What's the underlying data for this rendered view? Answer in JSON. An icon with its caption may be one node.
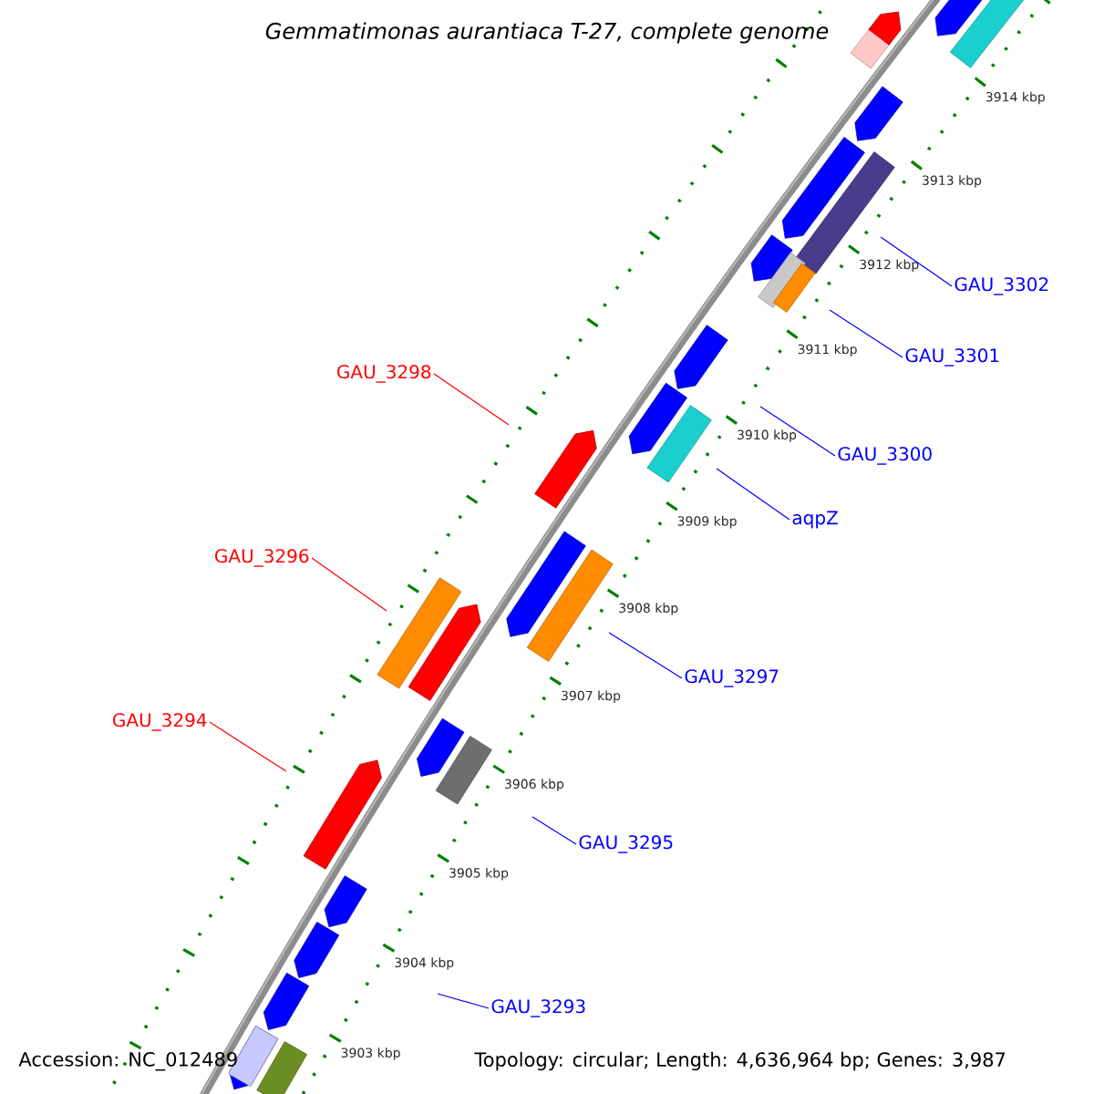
{
  "diagram": {
    "title": "Gemmatimonas aurantiaca T-27, complete genome",
    "nodes": [
      {
        "text": [
          "GAU_3302"
        ]
      },
      {
        "text": [
          "GAU_3301"
        ]
      },
      {
        "text": [
          "GAU_3298"
        ]
      },
      {
        "text": [
          "GAU_3300"
        ]
      },
      {
        "text": [
          "aqpZ"
        ]
      },
      {
        "text": [
          "GAU_3296"
        ]
      },
      {
        "text": [
          "GAU_3297"
        ]
      },
      {
        "text": [
          "GAU_3294"
        ]
      },
      {
        "text": [
          "GAU_3295"
        ]
      },
      {
        "text": [
          "GAU_3293"
        ]
      }
    ],
    "edges": [
      {
        "from": 0,
        "to": null,
        "arrow": "none"
      },
      {
        "from": 1,
        "to": null,
        "arrow": "none"
      },
      {
        "from": 2,
        "to": null,
        "arrow": "none",
        "color": "#ff0000"
      },
      {
        "from": 3,
        "to": null,
        "arrow": "none"
      },
      {
        "from": 4,
        "to": null,
        "arrow": "none"
      },
      {
        "from": 5,
        "to": null,
        "arrow": "none",
        "color": "#ff0000"
      },
      {
        "from": 6,
        "to": null,
        "arrow": "none"
      },
      {
        "from": 7,
        "to": null,
        "arrow": "none",
        "color": "#ff0000"
      },
      {
        "from": 8,
        "to": null,
        "arrow": "none"
      },
      {
        "from": 9,
        "to": null,
        "arrow": "none"
      }
    ],
    "labels": [
      "3914 kbp",
      "3913 kbp",
      "3912 kbp",
      "3911 kbp",
      "3910 kbp",
      "3909 kbp",
      "3908 kbp",
      "3907 kbp",
      "3906 kbp",
      "3905 kbp",
      "3904 kbp",
      "3903 kbp",
      "Accession: NC_012489",
      "Topology: circular; Length: 4,636,964 bp; Genes: 3,987"
    ]
  }
}
